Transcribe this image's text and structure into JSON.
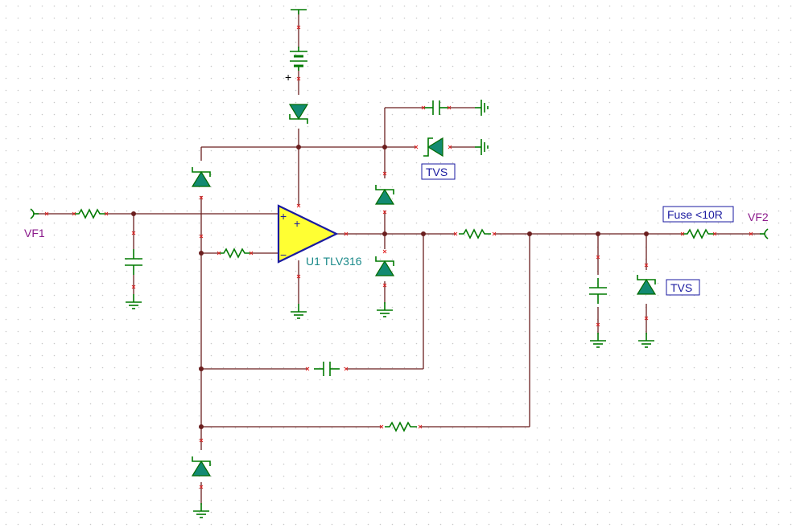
{
  "schematic": {
    "ports": {
      "input": "VF1",
      "output": "VF2"
    },
    "opamp": {
      "designator": "U1 TLV316",
      "plus_sign": "+",
      "minus_sign": "−",
      "body_color": "#ffff33",
      "outline_color": "#1a1aa0"
    },
    "battery_polarity": "+",
    "labels": {
      "tvs_top": "TVS",
      "tvs_output": "TVS",
      "fuse": "Fuse <10R"
    },
    "colors": {
      "wire": "#6b1f1f",
      "component": "#007a00",
      "diode_fill": "#138a72",
      "port_label": "#8b1a8b",
      "designator": "#1a8a8a",
      "box_label": "#1a1aa0",
      "pin_marker": "#e02020",
      "grid_dot": "#c8c8c8"
    },
    "icons": [
      "resistor-icon",
      "capacitor-icon",
      "diode-icon",
      "zener-diode-icon",
      "ground-icon",
      "battery-icon",
      "opamp-icon",
      "port-connector-icon"
    ]
  }
}
